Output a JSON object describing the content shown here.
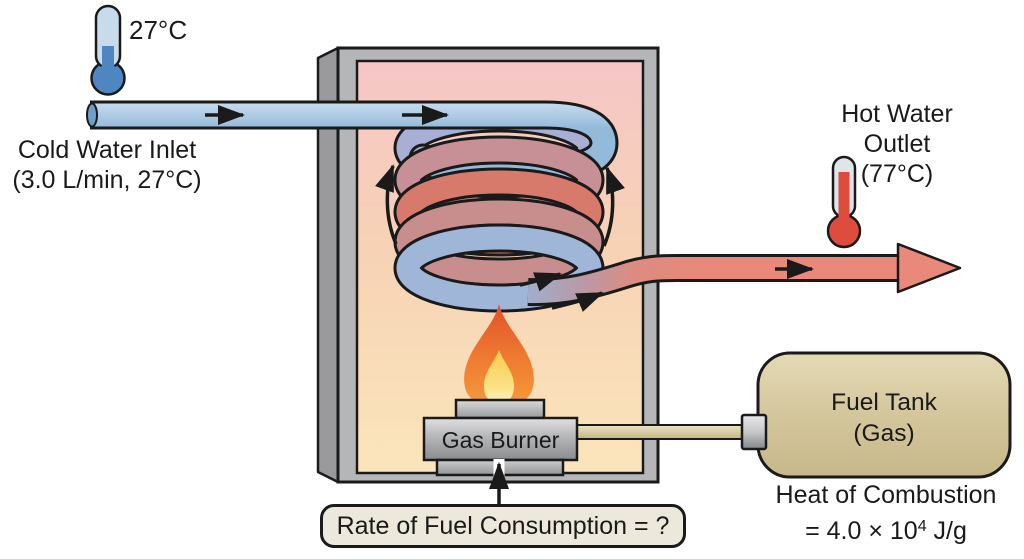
{
  "cold_inlet": {
    "thermometer_temp": "27°C",
    "label_line1": "Cold Water Inlet",
    "label_line2": "(3.0 L/min, 27°C)"
  },
  "hot_outlet": {
    "label_line1": "Hot Water",
    "label_line2": "Outlet",
    "label_line3": "(77°C)"
  },
  "burner": {
    "label": "Gas Burner"
  },
  "fuel_tank": {
    "label_line1": "Fuel Tank",
    "label_line2": "(Gas)",
    "heat_line1": "Heat of Combustion",
    "heat_value_base": "= 4.0 × 10",
    "heat_value_exponent": "4",
    "heat_value_unit": " J/g"
  },
  "annotation": {
    "rate_question": "Rate of Fuel Consumption = ?"
  },
  "icons": {
    "cold_thermometer": "thermometer-cold",
    "hot_thermometer": "thermometer-hot",
    "flame": "flame",
    "flow_arrows": "arrow-right",
    "circulation_arrows": "curved-arrow-up"
  },
  "colors": {
    "cold_water": "#a8c9e3",
    "hot_water": "#e8897b",
    "coil_hot": "#d87a6b",
    "flame_orange": "#ef7c31",
    "flame_yellow": "#fbd95e",
    "chamber_gray": "#b5b6b8",
    "interior_top": "#f6c6c7",
    "interior_bottom": "#fbe5bb",
    "tank_tan": "#d5c79c",
    "label_box_bg": "#ece9dc",
    "outline": "#1a1a1a"
  }
}
